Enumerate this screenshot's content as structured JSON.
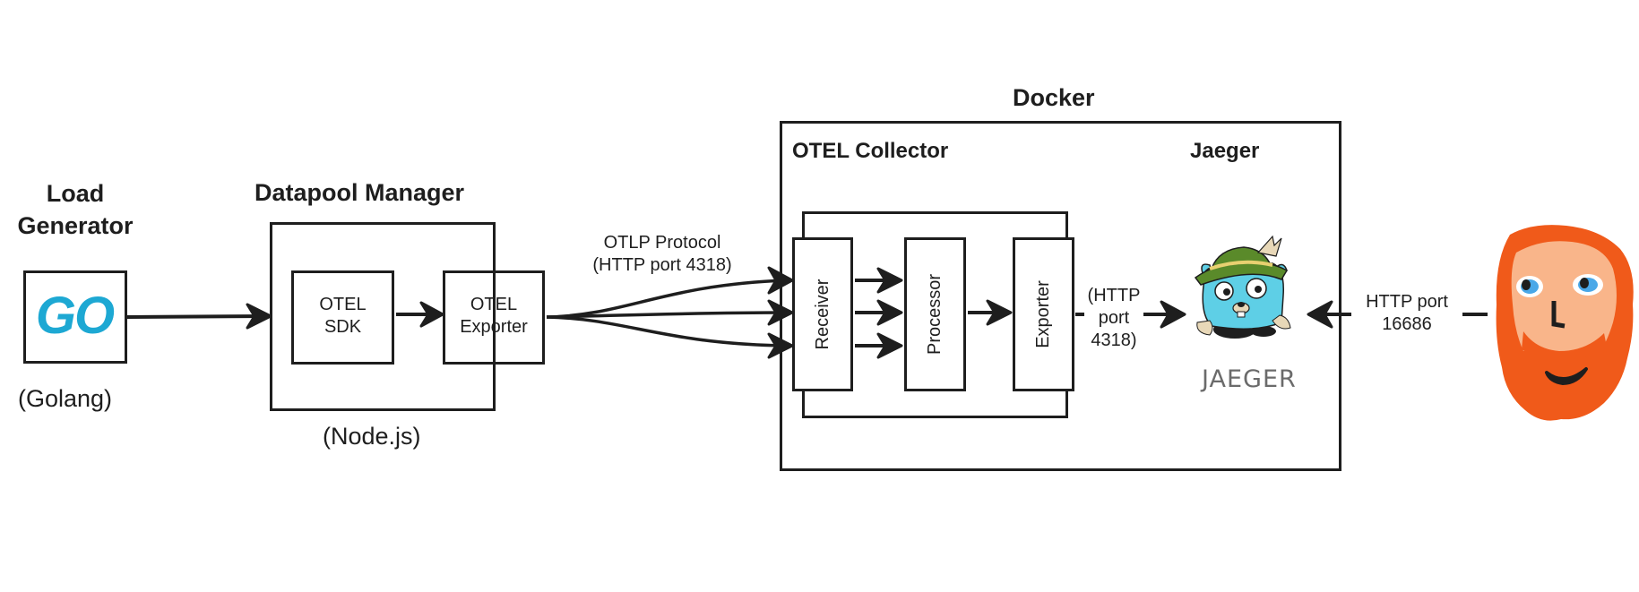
{
  "load_generator": {
    "title_line1": "Load",
    "title_line2": "Generator",
    "logo_text": "GO",
    "runtime": "(Golang)"
  },
  "datapool_manager": {
    "title": "Datapool Manager",
    "sdk_line1": "OTEL",
    "sdk_line2": "SDK",
    "exporter_line1": "OTEL",
    "exporter_line2": "Exporter",
    "runtime": "(Node.js)"
  },
  "protocol": {
    "line1": "OTLP Protocol",
    "line2": "(HTTP port 4318)"
  },
  "docker": {
    "title": "Docker",
    "collector": {
      "title": "OTEL Collector",
      "receiver": "Receiver",
      "processor": "Processor",
      "exporter": "Exporter"
    },
    "export_port": {
      "line1": "(HTTP",
      "line2": "port",
      "line3": "4318)"
    },
    "jaeger": {
      "title": "Jaeger",
      "logo_text": "JAEGER"
    }
  },
  "user_port": {
    "line1": "HTTP port",
    "line2": "16686"
  },
  "colors": {
    "ink": "#1e1e1e",
    "go_blue": "#1da8d3",
    "gopher_blue": "#5ecfe6",
    "hat_green": "#5a8a2a",
    "hair_orange": "#f05a1a",
    "skin": "#f9b58a",
    "eye_blue": "#4aa8e8"
  }
}
